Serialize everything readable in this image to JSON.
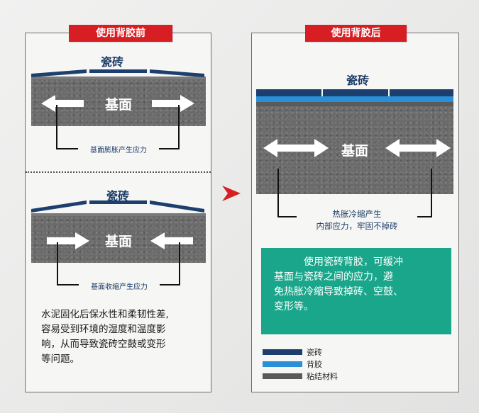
{
  "left_panel": {
    "title": "使用背胶前",
    "top": {
      "tile_label": "瓷砖",
      "base_label": "基面",
      "caption": "基面膨胀产生应力"
    },
    "bottom": {
      "tile_label": "瓷砖",
      "base_label": "基面",
      "caption": "基面收缩产生应力"
    },
    "description_lines": [
      "水泥固化后保水性和柔韧性差,",
      "容易受到环境的湿度和温度影",
      "响，从而导致瓷砖空鼓或变形",
      "等问题。"
    ]
  },
  "right_panel": {
    "title": "使用背胶后",
    "tile_label": "瓷砖",
    "base_label": "基面",
    "caption_lines": [
      "热胀冷缩产生",
      "内部应力，牢固不掉砖"
    ],
    "info_lines": [
      "使用瓷砖背胶，可缓冲",
      "基面与瓷砖之间的应力，避",
      "免热胀冷缩导致掉砖、空鼓、",
      "变形等。"
    ],
    "legend": [
      {
        "label": "瓷砖",
        "color": "#1d3f6e"
      },
      {
        "label": "背胶",
        "color": "#2a8fd8"
      },
      {
        "label": "粘结材料",
        "color": "#5a5a5a"
      }
    ]
  },
  "colors": {
    "accent_red": "#d71e23",
    "tile": "#1d3f6e",
    "glue": "#2a8fd8",
    "info_box": "#1aa68b"
  }
}
